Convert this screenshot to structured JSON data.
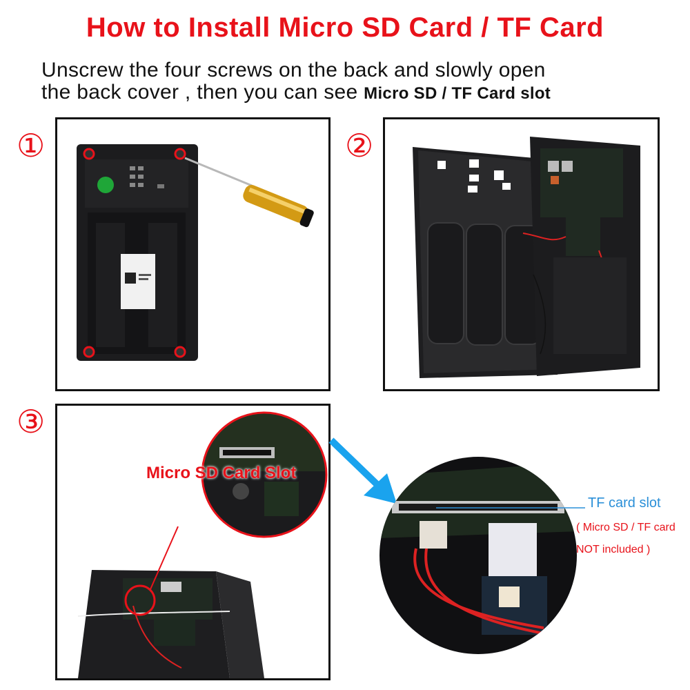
{
  "header": {
    "title": "How to Install Micro SD Card / TF Card",
    "line1": "Unscrew the four screws on the back and slowly open",
    "line2_start": "the back cover , then you can see ",
    "line2_emph": "Micro SD / TF Card slot"
  },
  "steps": [
    {
      "number": "①"
    },
    {
      "number": "②"
    },
    {
      "number": "③"
    }
  ],
  "callouts": {
    "slot_label": "Micro SD Card Slot",
    "tf_label": "TF card slot",
    "note_line1": "( Micro SD / TF card",
    "note_line2": "NOT included )"
  },
  "colors": {
    "accent_red": "#e8121a",
    "callout_blue": "#2a8fd8",
    "arrow_blue": "#1aa3ee"
  }
}
